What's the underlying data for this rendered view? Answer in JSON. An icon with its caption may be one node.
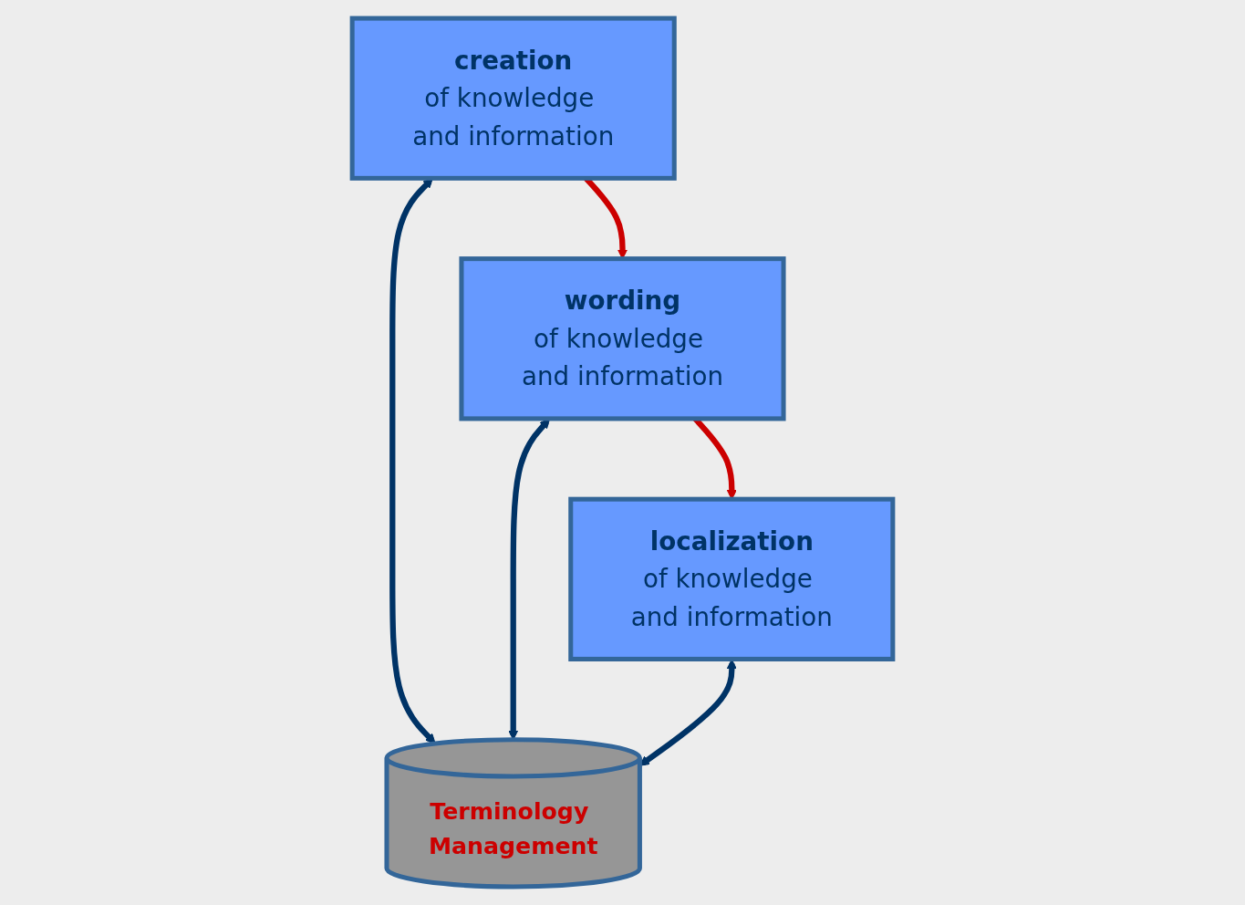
{
  "diagram": {
    "nodes": [
      {
        "text": [
          "creation",
          "of knowledge and information"
        ]
      },
      {
        "text": [
          "wording",
          "of knowledge and information"
        ]
      },
      {
        "text": [
          "localization",
          "of knowledge and information"
        ]
      },
      {
        "text": [
          "Terminology Management"
        ]
      }
    ],
    "edges": [
      {
        "from": 0,
        "to": 1,
        "arrow": "to",
        "color": "#cc0000"
      },
      {
        "from": 1,
        "to": 2,
        "arrow": "to",
        "color": "#cc0000"
      },
      {
        "from": 0,
        "to": 3,
        "arrow": "both"
      },
      {
        "from": 1,
        "to": 3,
        "arrow": "both"
      },
      {
        "from": 2,
        "to": 3,
        "arrow": "both"
      }
    ]
  }
}
